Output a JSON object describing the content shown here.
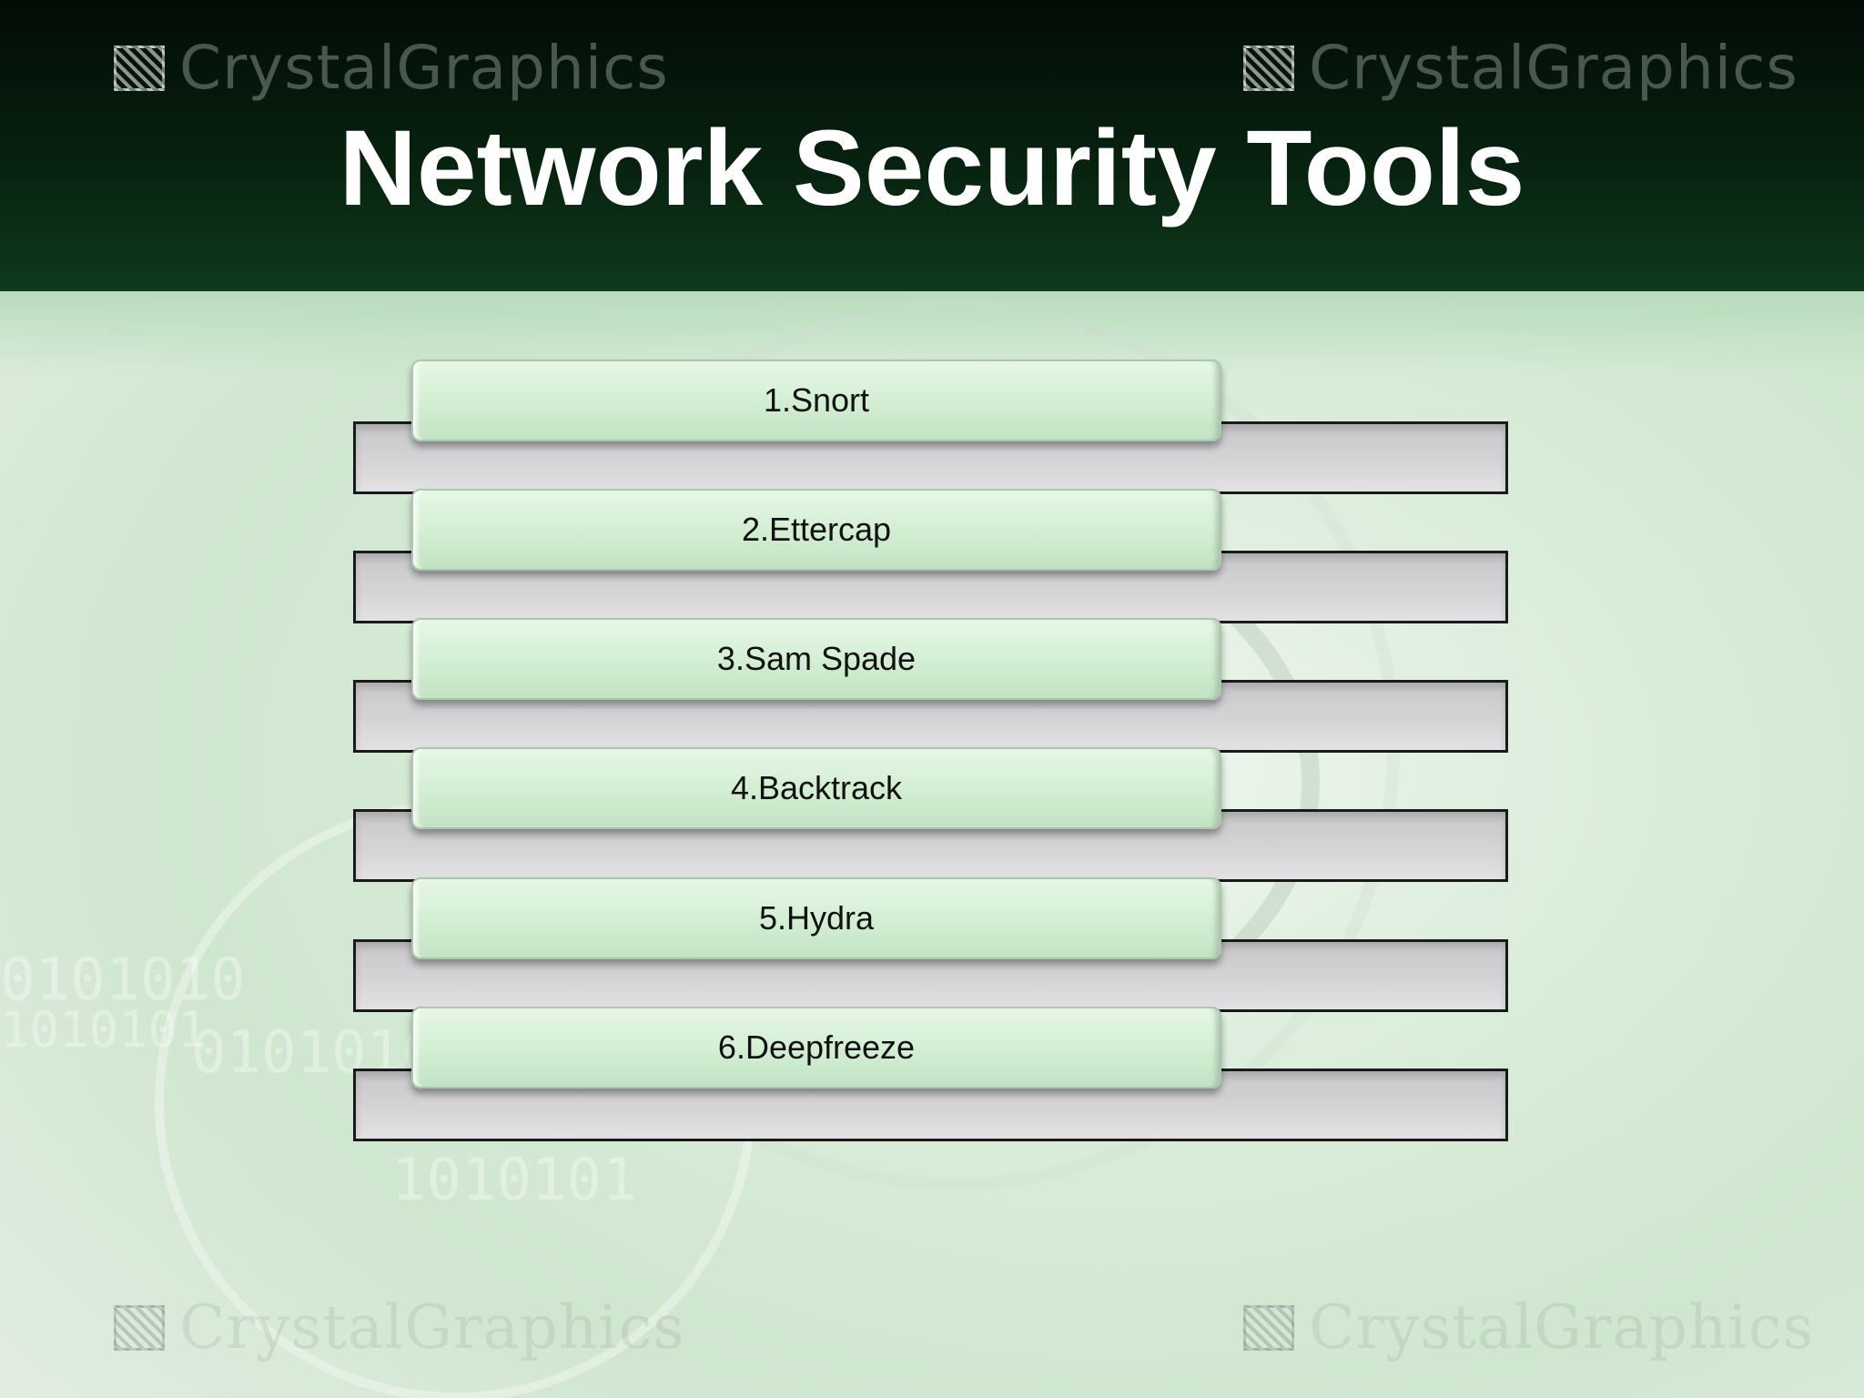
{
  "slide": {
    "title": "Network Security Tools",
    "watermark": "CrystalGraphics",
    "binary_text": [
      "0101010",
      "0101010",
      "1010101",
      "1010101"
    ]
  },
  "tools": [
    {
      "label": "1.Snort"
    },
    {
      "label": "2.Ettercap"
    },
    {
      "label": "3.Sam Spade"
    },
    {
      "label": "4.Backtrack"
    },
    {
      "label": "5.Hydra"
    },
    {
      "label": "6.Deepfreeze"
    }
  ],
  "colors": {
    "header": "#07210f",
    "title_text": "#ffffff",
    "bar_front": "#d4efd4",
    "bar_back": "#d4d4d7"
  }
}
